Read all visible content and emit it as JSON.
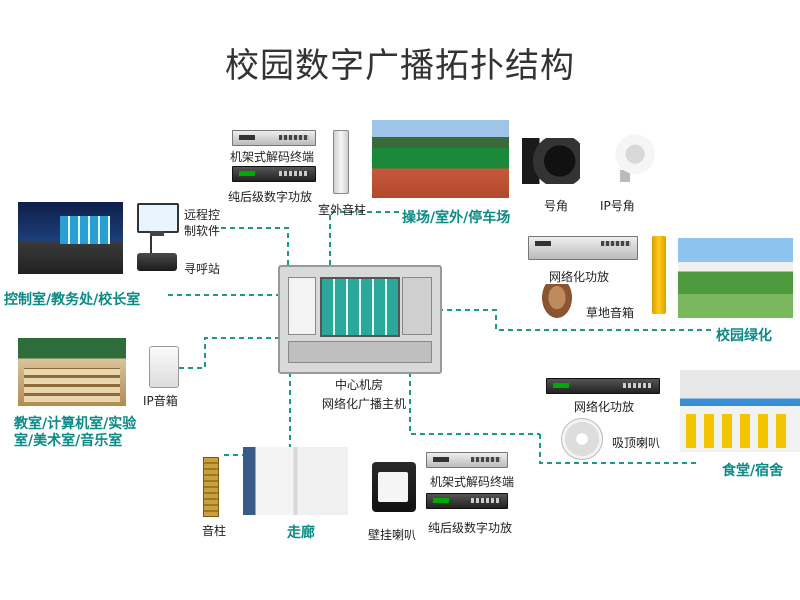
{
  "title": "校园数字广播拓扑结构",
  "center": {
    "line1": "中心机房",
    "line2": "网络化广播主机"
  },
  "areas": {
    "control": "控制室/教务处/校长室",
    "classroom_line1": "教室/计算机室/实验",
    "classroom_line2": "室/美术室/音乐室",
    "corridor": "走廊",
    "playground": "操场/室外/停车场",
    "campus_green": "校园绿化",
    "canteen": "食堂/宿舍"
  },
  "devices": {
    "remote_software_line1": "远程控",
    "remote_software_line2": "制软件",
    "paging_station": "寻呼站",
    "ip_speaker": "IP音箱",
    "rack_decoder_top": "机架式解码终端",
    "pure_amp_top": "纯后级数字功放",
    "outdoor_column": "室外音柱",
    "horn": "号角",
    "ip_horn": "IP号角",
    "net_amp_right": "网络化功放",
    "lawn_speaker": "草地音箱",
    "net_amp_canteen": "网络化功放",
    "ceiling_speaker": "吸顶喇叭",
    "sound_column": "音柱",
    "wall_speaker": "壁挂喇叭",
    "rack_decoder_bottom": "机架式解码终端",
    "pure_amp_bottom": "纯后级数字功放"
  },
  "colors": {
    "accent": "#0b8a86",
    "link": "#1a9a86"
  }
}
